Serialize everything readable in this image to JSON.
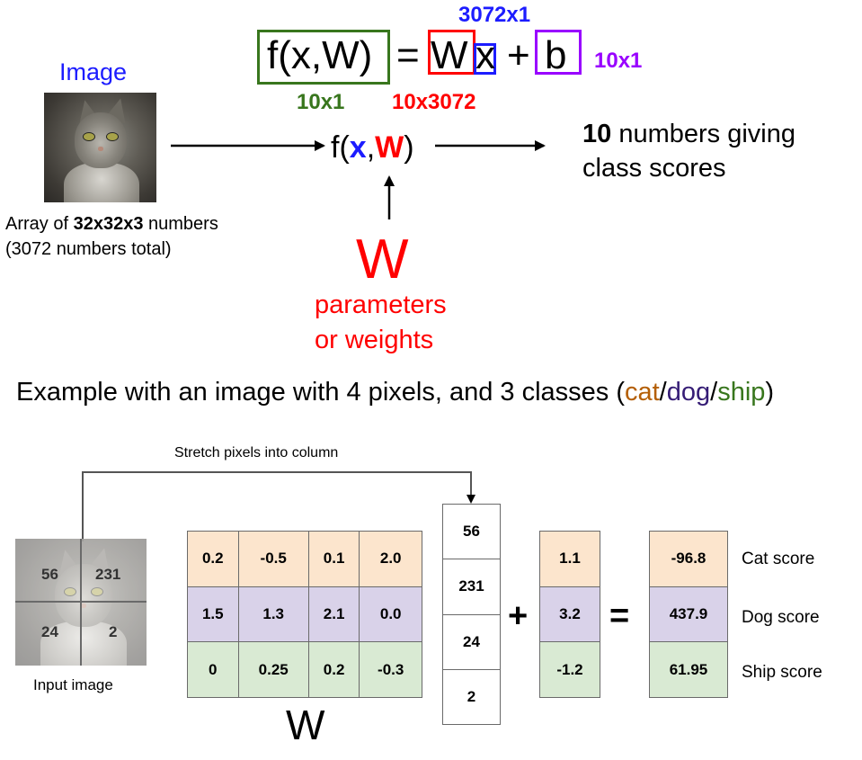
{
  "formula": {
    "f_part": "f(x,W)",
    "equals": "=",
    "W": "W",
    "x": "x",
    "plus": "+",
    "b": "b",
    "dim_x": "3072x1",
    "dim_f": "10x1",
    "dim_W": "10x3072",
    "dim_b": "10x1"
  },
  "left": {
    "image_title": "Image",
    "array_prefix": "Array of ",
    "array_bold": "32x32x3",
    "array_suffix": " numbers",
    "array_total": "(3072 numbers total)"
  },
  "center": {
    "f_open": "f(",
    "x": "x",
    "comma": ",",
    "W": "W",
    "f_close": ")",
    "W_big": "W",
    "param_line1": "parameters",
    "param_line2": "or weights"
  },
  "right": {
    "bold": "10",
    "line1": " numbers giving",
    "line2": "class scores"
  },
  "example": {
    "prefix": "Example with an image with 4 pixels, and 3 classes (",
    "cat": "cat",
    "slash1": "/",
    "dog": "dog",
    "slash2": "/",
    "ship": "ship",
    "suffix": ")"
  },
  "bottom": {
    "stretch_label": "Stretch pixels into column",
    "input_label": "Input image",
    "pixels": [
      "56",
      "231",
      "24",
      "2"
    ],
    "weights": [
      [
        "0.2",
        "-0.5",
        "0.1",
        "2.0"
      ],
      [
        "1.5",
        "1.3",
        "2.1",
        "0.0"
      ],
      [
        "0",
        "0.25",
        "0.2",
        "-0.3"
      ]
    ],
    "W_label": "W",
    "column": [
      "56",
      "231",
      "24",
      "2"
    ],
    "plus": "+",
    "bias": [
      "1.1",
      "3.2",
      "-1.2"
    ],
    "equals": "=",
    "scores": [
      "-96.8",
      "437.9",
      "61.95"
    ],
    "score_labels": [
      "Cat score",
      "Dog score",
      "Ship score"
    ]
  },
  "colors": {
    "green": "#38761d",
    "red": "#ff0000",
    "blue": "#1c1cff",
    "purple": "#9900ff",
    "cat": "#b45f06",
    "dog": "#351c75",
    "ship": "#38761d"
  }
}
